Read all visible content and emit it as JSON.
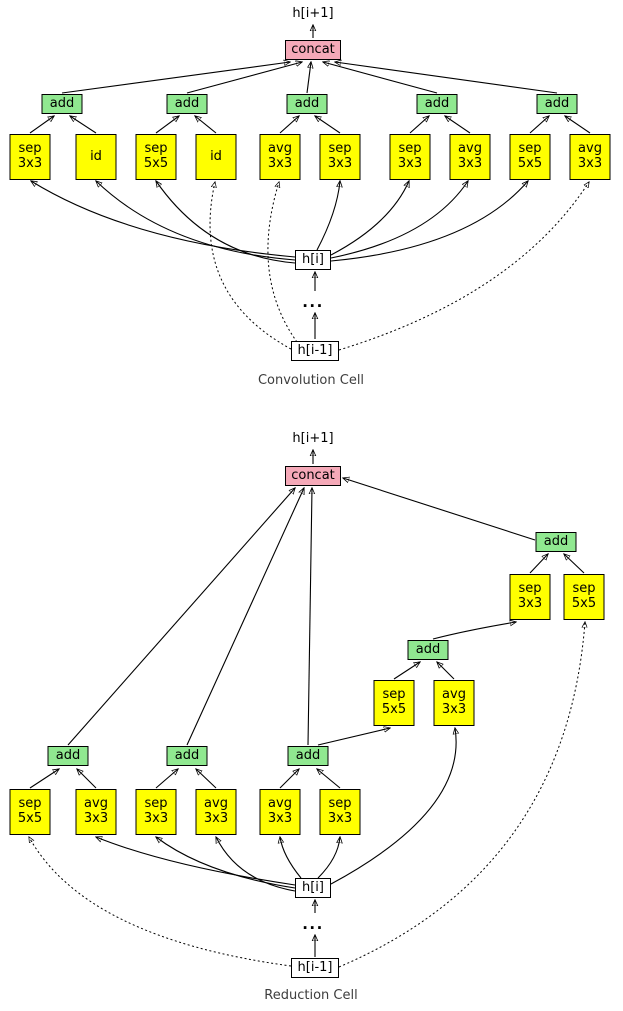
{
  "colors": {
    "op_fill": "#ffff00",
    "add_fill": "#90e890",
    "concat_fill": "#f5a9b8",
    "state_fill": "#ffffff",
    "edge": "#000000",
    "caption_text": "#3d3d3d"
  },
  "conv_cell": {
    "caption": "Convolution Cell",
    "output": "h[i+1]",
    "concat": "concat",
    "add": "add",
    "h_curr": "h[i]",
    "h_prev": "h[i-1]",
    "dots": "...",
    "ops": [
      "sep\n3x3",
      "id",
      "sep\n5x5",
      "id",
      "avg\n3x3",
      "sep\n3x3",
      "sep\n3x3",
      "avg\n3x3",
      "sep\n5x5",
      "avg\n3x3"
    ]
  },
  "reduction_cell": {
    "caption": "Reduction Cell",
    "output": "h[i+1]",
    "concat": "concat",
    "add": "add",
    "h_curr": "h[i]",
    "h_prev": "h[i-1]",
    "dots": "...",
    "bottom_ops": [
      "sep\n5x5",
      "avg\n3x3",
      "sep\n3x3",
      "avg\n3x3",
      "avg\n3x3",
      "sep\n3x3"
    ],
    "mid_ops": [
      "sep\n5x5",
      "avg\n3x3"
    ],
    "top_ops": [
      "sep\n3x3",
      "sep\n5x5"
    ]
  }
}
